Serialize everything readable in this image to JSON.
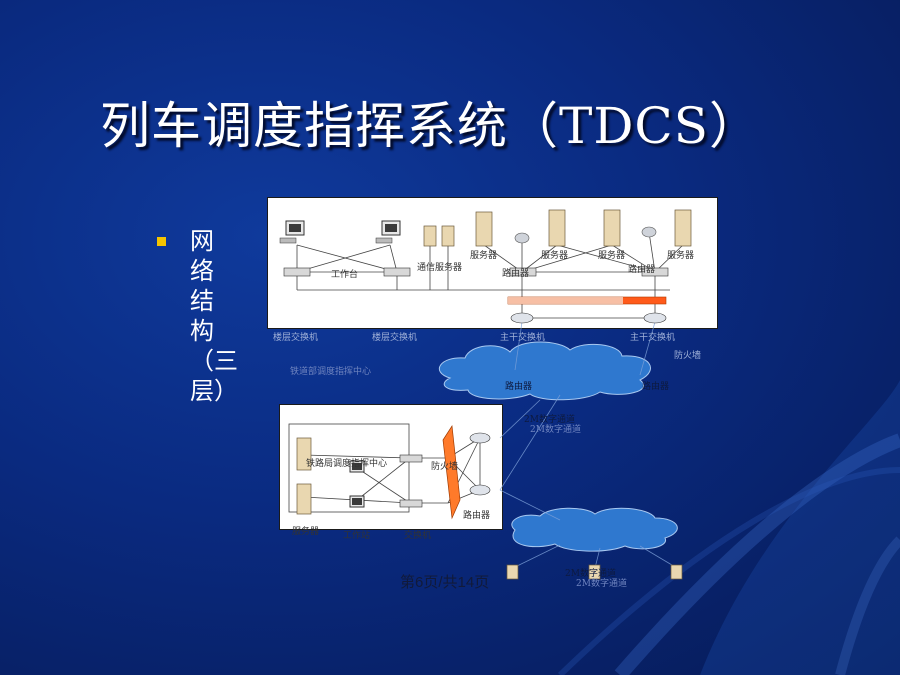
{
  "title": "列车调度指挥系统（TDCS）",
  "bullet_text": "网络结构（三层）",
  "page_indicator": "第6页/共14页",
  "colors": {
    "bullet": "#f5c400",
    "background": "#0a2a80",
    "firewall_bar": "#ff5a1a"
  },
  "diagram": {
    "top": {
      "servers": [
        "服务器",
        "服务器",
        "服务器",
        "服务器"
      ],
      "comm_server": "通信服务器",
      "workstation": "工作台",
      "router_left": "路由器",
      "router_right": "路由器",
      "floor_switch_1": "楼层交换机",
      "floor_switch_2": "楼层交换机",
      "core_switch_1": "主干交换机",
      "core_switch_2": "主干交换机",
      "firewall": "防火墙",
      "center": "铁道部调度指挥中心"
    },
    "cloud1_router_1": "路由器",
    "cloud1_router_2": "路由器",
    "digital_channel_1": "2M数字通道",
    "digital_channel_1_ghost": "2M数字通道",
    "bottom": {
      "center": "铁路局调度指挥中心",
      "firewall": "防火墙",
      "router": "路由器",
      "server": "服务器",
      "workstation": "工作站",
      "switch": "交换机"
    },
    "digital_channel_2": "2M数字通道",
    "digital_channel_2_ghost": "2M数字通道"
  }
}
